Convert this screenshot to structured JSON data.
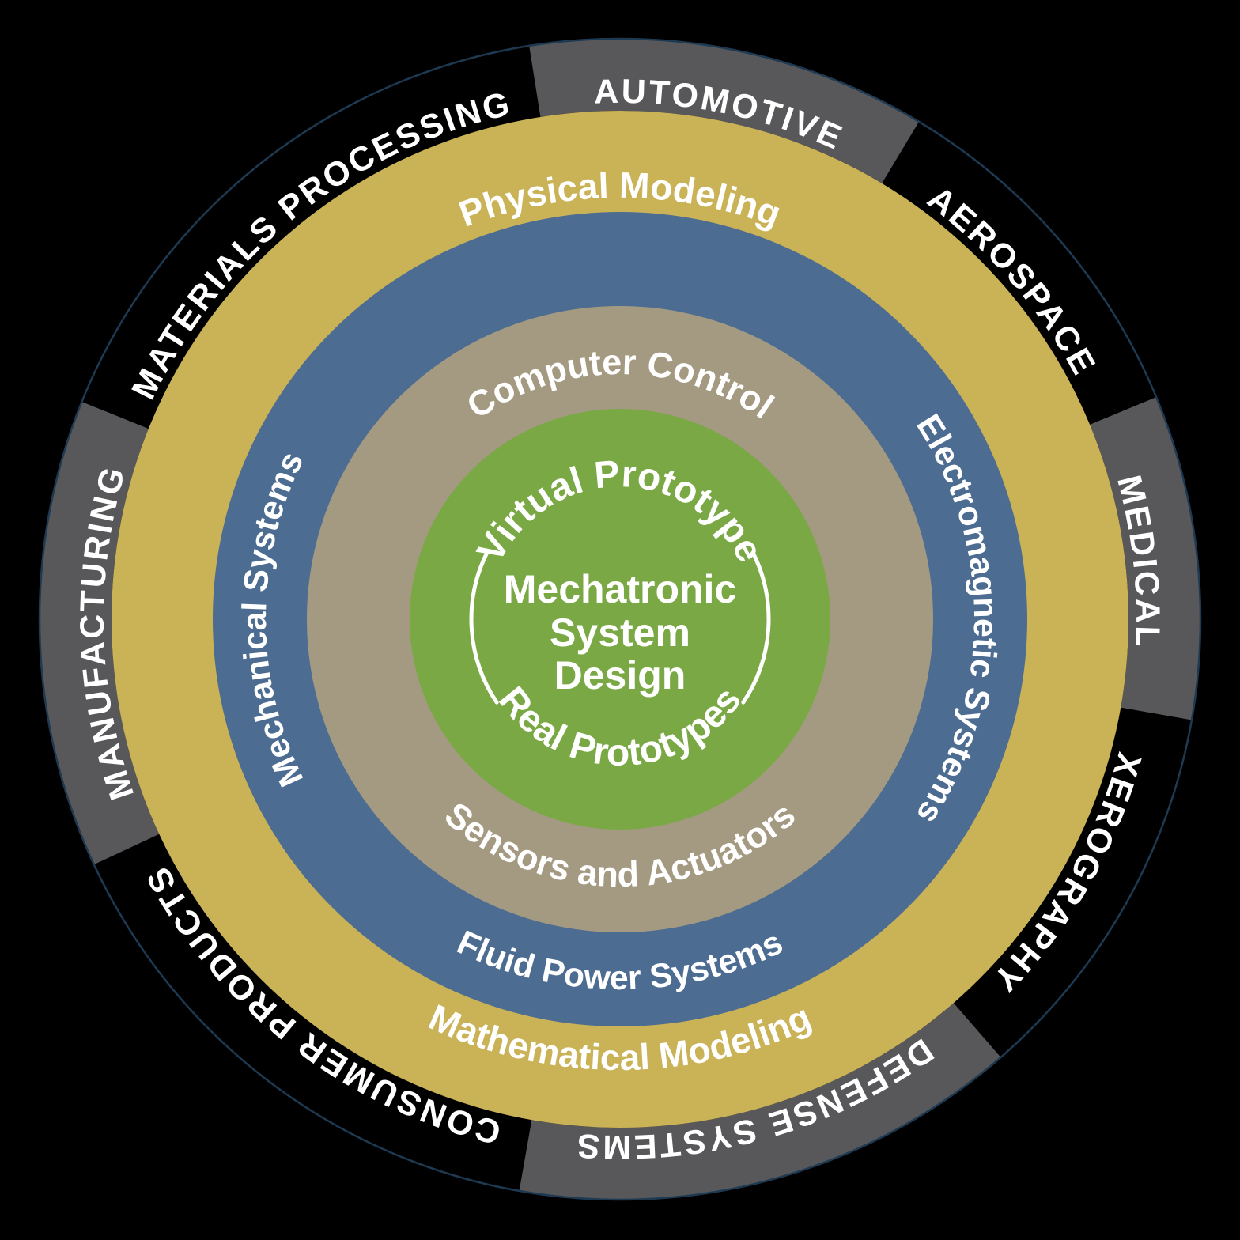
{
  "diagram": {
    "title": "Mechatronic System Design",
    "center": {
      "line1": "Mechatronic",
      "line2": "System",
      "line3": "Design",
      "top_label": "Virtual Prototype",
      "bottom_label": "Real Prototypes"
    },
    "rings": {
      "tan": {
        "top_label": "Computer Control",
        "bottom_label": "Sensors and Actuators"
      },
      "blue": {
        "left_label": "Mechanical Systems",
        "right_label": "Electromagnetic Systems",
        "bottom_label": "Fluid Power Systems"
      },
      "gold": {
        "top_label": "Physical Modeling",
        "bottom_label": "Mathematical Modeling"
      }
    },
    "industries": [
      {
        "label": "AUTOMOTIVE",
        "shade": "gray",
        "start": -9,
        "end": 31
      },
      {
        "label": "AEROSPACE",
        "shade": "black",
        "start": 31,
        "end": 67.5
      },
      {
        "label": "MEDICAL",
        "shade": "gray",
        "start": 67.5,
        "end": 100
      },
      {
        "label": "XEROGRAPHY",
        "shade": "black",
        "start": 100,
        "end": 139
      },
      {
        "label": "DEFENSE SYSTEMS",
        "shade": "gray",
        "start": 139,
        "end": 190
      },
      {
        "label": "CONSUMER PRODUCTS",
        "shade": "black",
        "start": 190,
        "end": 245
      },
      {
        "label": "MANUFACTURING",
        "shade": "gray",
        "start": 245,
        "end": 292
      },
      {
        "label": "MATERIALS PROCESSING",
        "shade": "black",
        "start": 292,
        "end": 351
      }
    ],
    "colors": {
      "background": "#000000",
      "industry_black": "#000000",
      "industry_gray": "#58585a",
      "outline": "#1e3a52",
      "gold": "#cab257",
      "blue": "#4d6c92",
      "tan": "#a39a81",
      "green": "#7aa844",
      "text": "#ffffff"
    }
  }
}
